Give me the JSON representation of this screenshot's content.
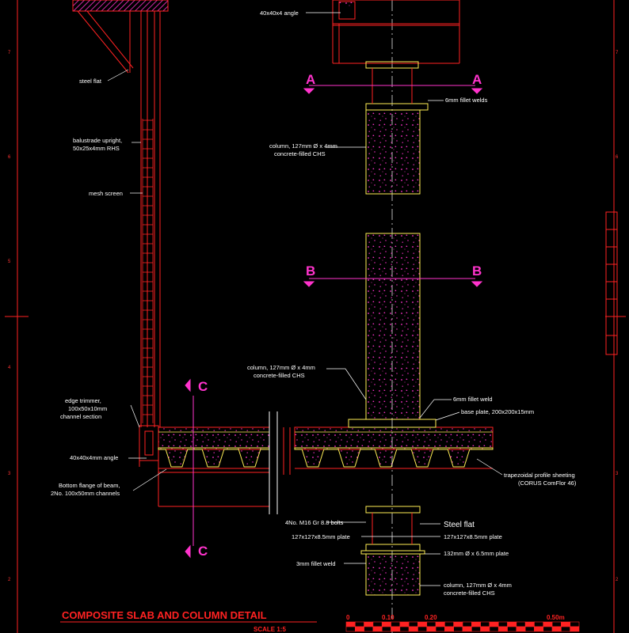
{
  "labels": {
    "angle_top": "40x40x4 angle",
    "steel_flat_left": "steel flat",
    "baluster_1": "balustrade upright,",
    "baluster_2": "50x25x4mm RHS",
    "mesh": "mesh screen",
    "fillet_top": "6mm fillet welds",
    "column_top_1": "column, 127mm Ø x 4mm",
    "column_top_2": "concrete-filled CHS",
    "column_mid_1": "column, 127mm Ø x 4mm",
    "column_mid_2": "concrete-filled CHS",
    "fillet_mid": "6mm fillet weld",
    "base_plate": "base plate, 200x200x15mm",
    "edge_1": "edge trimmer,",
    "edge_2": "100x50x10mm",
    "edge_3": "channel section",
    "angle_mid": "40x40x4mm angle",
    "bottom_1": "Bottom flange of beam,",
    "bottom_2": "2No. 100x50mm channels",
    "trap_1": "trapezoidal profile sheeting",
    "trap_2": "(CORUS ComFlor 46)",
    "bolts": "4No. M16 Gr 8.8 bolts",
    "plate_left": "127x127x8.5mm plate",
    "steel_flat_right": "Steel flat",
    "plate_right": "127x127x8.5mm plate",
    "plate_132": "132mm Ø x 6.5mm plate",
    "fillet_bottom": "3mm fillet weld",
    "column_bot_1": "column, 127mm Ø x 4mm",
    "column_bot_2": "concrete-filled CHS"
  },
  "sections": {
    "a": "A",
    "b": "B",
    "c": "C"
  },
  "grid_numbers": [
    "7",
    "6",
    "5",
    "4",
    "3",
    "2"
  ],
  "title": "COMPOSITE SLAB AND COLUMN DETAIL",
  "scale": "SCALE 1:5",
  "scale_bar": {
    "t0": "0",
    "t1": "0.10",
    "t2": "0.20",
    "t3": "0.50m"
  },
  "colors": {
    "red": "#ff2222",
    "magenta": "#ff33cc",
    "white": "#ffffff",
    "yellow": "#ffee55"
  }
}
